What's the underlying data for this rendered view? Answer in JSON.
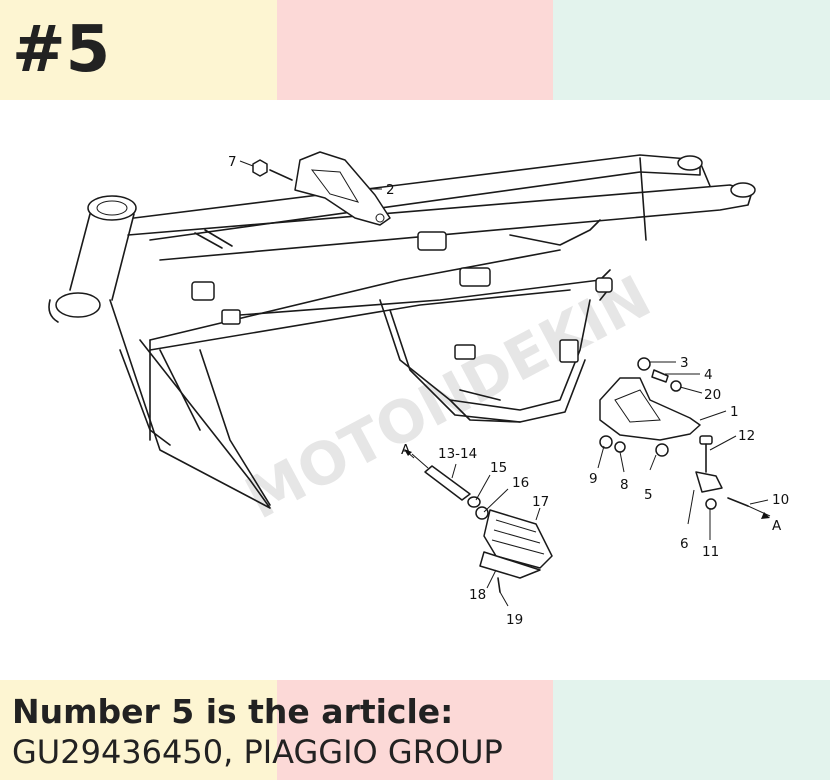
{
  "header": {
    "badge": "#5"
  },
  "footer": {
    "title": "Number 5 is the article:",
    "article": "GU29436450, PIAGGIO GROUP"
  },
  "watermark": {
    "text": "MOTONDEKIN"
  },
  "diagram": {
    "labels": {
      "l1": "1",
      "l2": "2",
      "l3": "3",
      "l4": "4",
      "l5": "5",
      "l6": "6",
      "l7": "7",
      "l8": "8",
      "l9": "9",
      "l10": "10",
      "l11": "11",
      "l12": "12",
      "l13": "13-14",
      "l15": "15",
      "l16": "16",
      "l17": "17",
      "l18": "18",
      "l19": "19",
      "l20": "20",
      "a1": "A",
      "a2": "A"
    }
  },
  "colors": {
    "band_yellow": "#fdf5d2",
    "band_pink": "#fcd9d7",
    "band_green": "#e3f3ed",
    "text": "#222222"
  }
}
